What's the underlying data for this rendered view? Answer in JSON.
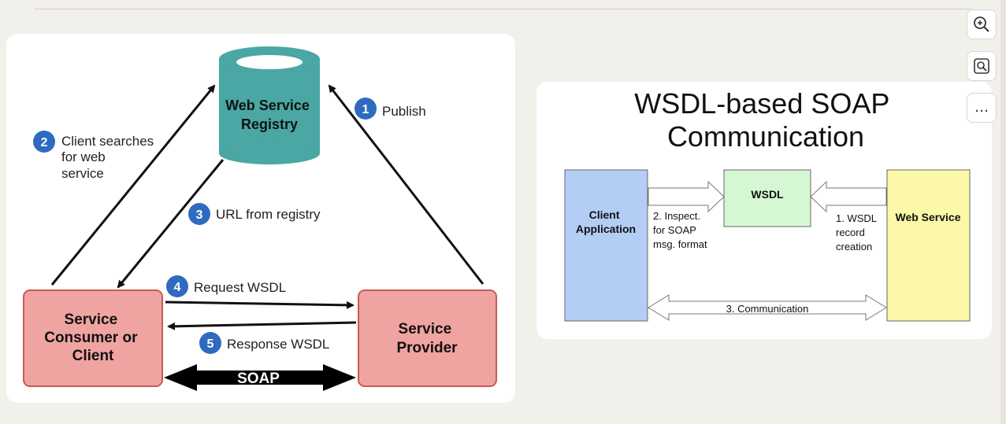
{
  "left_diagram": {
    "registry_label": [
      "Web Service",
      "Registry"
    ],
    "consumer_label": [
      "Service",
      "Consumer or",
      "Client"
    ],
    "provider_label": [
      "Service",
      "Provider"
    ],
    "steps": [
      {
        "num": "1",
        "text": [
          "Publish"
        ]
      },
      {
        "num": "2",
        "text": [
          "Client searches",
          "for web",
          "service"
        ]
      },
      {
        "num": "3",
        "text": [
          "URL from registry"
        ]
      },
      {
        "num": "4",
        "text": [
          "Request WSDL"
        ]
      },
      {
        "num": "5",
        "text": [
          "Response WSDL"
        ]
      }
    ],
    "soap_label": "SOAP"
  },
  "right_diagram": {
    "title_lines": [
      "WSDL-based SOAP",
      "Communication"
    ],
    "client_label": [
      "Client",
      "Application"
    ],
    "wsdl_label": "WSDL",
    "web_service_label": "Web Service",
    "inspect_label": [
      "2. Inspect.",
      "for SOAP",
      "msg. format"
    ],
    "record_label": [
      "1. WSDL",
      "record",
      "creation"
    ],
    "communication_label": "3. Communication"
  },
  "toolbar": {
    "zoom_icon": "zoom-in-icon",
    "visual_search_icon": "visual-search-icon",
    "more_label": "…"
  },
  "colors": {
    "registry": "#4aa7a4",
    "node_fill": "#f0a4a2",
    "node_stroke": "#c85a57",
    "badge": "#2e6bc0",
    "client_box": "#b3cdf4",
    "wsdl_box": "#d6f7d4",
    "web_service_box": "#fbf9a8"
  }
}
